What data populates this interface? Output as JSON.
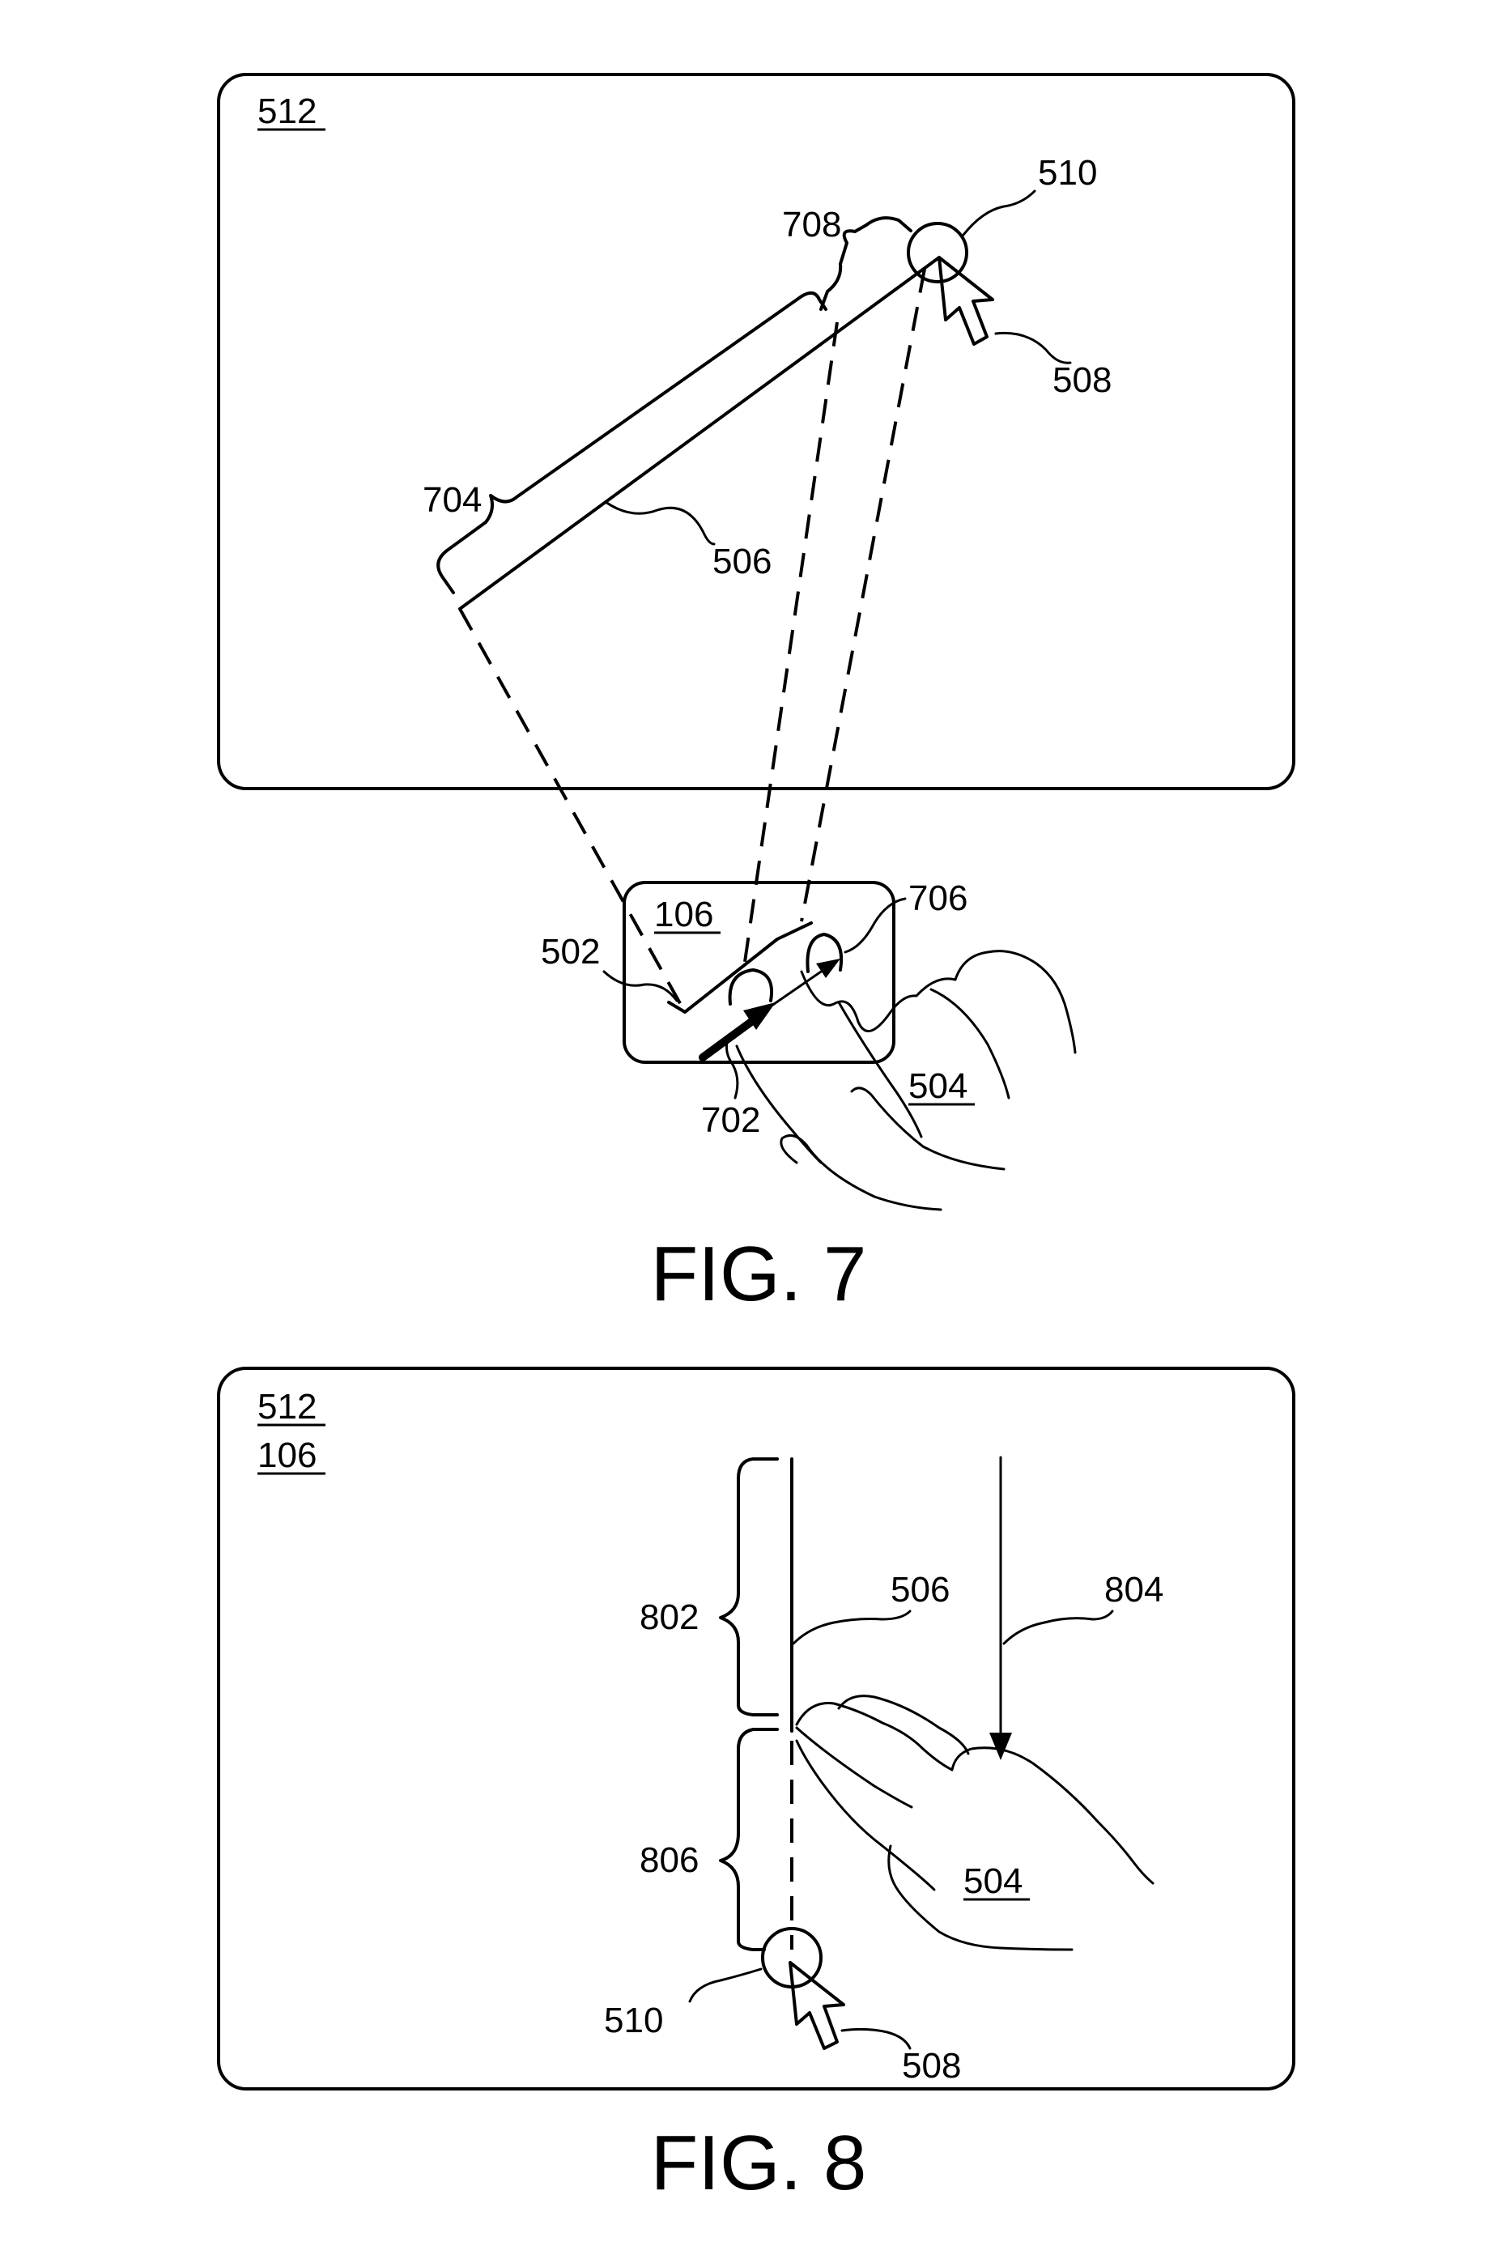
{
  "fig7": {
    "caption": "FIG. 7",
    "labels": {
      "display": "512",
      "touch_surface": "106",
      "cursor_ring": "510",
      "gap": "708",
      "cursor": "508",
      "line_segment": "704",
      "line": "506",
      "gesture_path": "502",
      "finger_second": "706",
      "finger_first": "702",
      "hand": "504"
    }
  },
  "fig8": {
    "caption": "FIG. 8",
    "labels": {
      "display": "512",
      "touch_surface": "106",
      "line": "506",
      "motion": "804",
      "upper_segment": "802",
      "lower_segment": "806",
      "hand": "504",
      "cursor_ring": "510",
      "cursor": "508"
    }
  }
}
